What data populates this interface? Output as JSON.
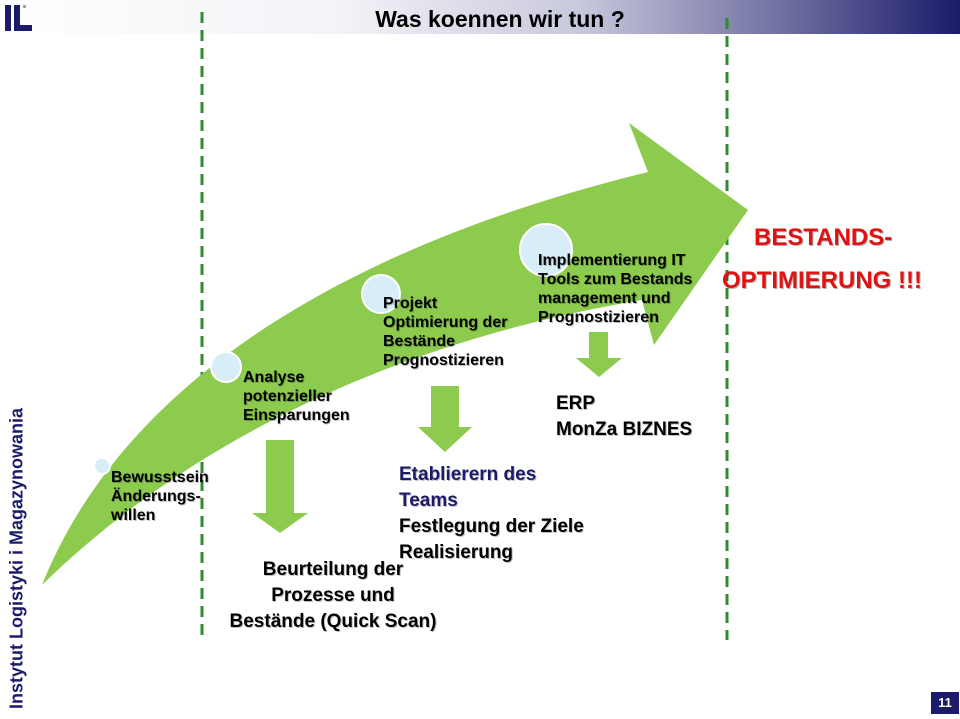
{
  "slide": {
    "title": "Was koennen wir tun ?",
    "side_label": "Instytut Logistyki i Magazynowania",
    "page_number": "11"
  },
  "stages": {
    "awareness": "Bewusstsein\nÄnderungs-\nwillen",
    "analysis": "Analyse\npotenzieller\nEinsparungen",
    "project": "Projekt\nOptimierung der\nBestände\nPrognostizieren",
    "implementation": "Implementierung IT\nTools zum Bestands\nmanagement und\nPrognostizieren"
  },
  "outcomes": {
    "assessment": "Beurteilung der\nProzesse und\nBestände (Quick Scan)",
    "teams": "Etablierern des\nTeams",
    "goals": "Festlegung der Ziele\nRealisierung",
    "systems": "ERP\nMonZa BIZNES"
  },
  "goal": {
    "line1": "BESTANDS-",
    "line2": "OPTIMIERUNG !!!"
  },
  "colors": {
    "arrow_green": "#8ccb4e",
    "guide_green": "#2e8b2e",
    "navy": "#1b1b6a",
    "goal_red": "#e01313"
  }
}
